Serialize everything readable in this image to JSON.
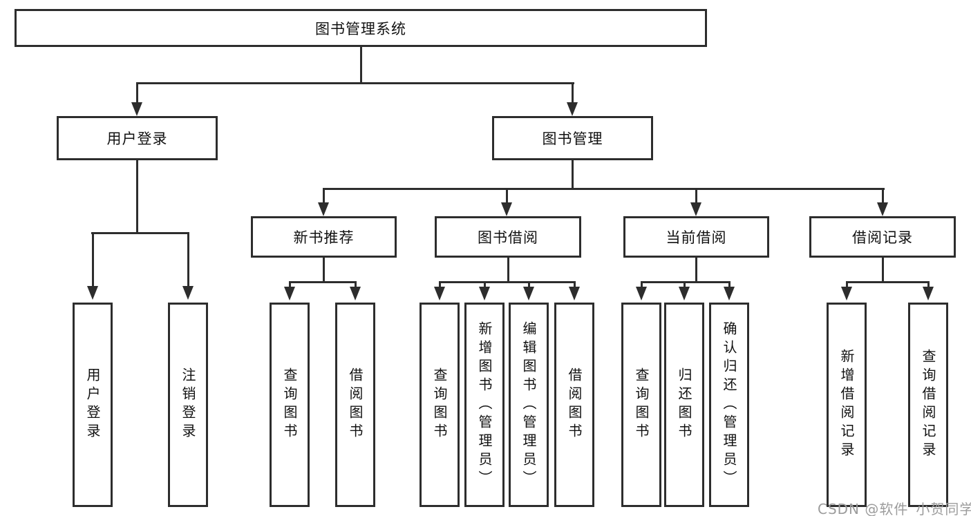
{
  "tree": {
    "root": "图书管理系统",
    "branches": [
      {
        "label": "用户登录",
        "leaves": [
          "用户登录",
          "注销登录"
        ]
      },
      {
        "label": "图书管理",
        "groups": [
          {
            "label": "新书推荐",
            "leaves": [
              "查询图书",
              "借阅图书"
            ]
          },
          {
            "label": "图书借阅",
            "leaves": [
              "查询图书",
              "新增图书（管理员）",
              "编辑图书（管理员）",
              "借阅图书"
            ]
          },
          {
            "label": "当前借阅",
            "leaves": [
              "查询图书",
              "归还图书",
              "确认归还（管理员）"
            ]
          },
          {
            "label": "借阅记录",
            "leaves": [
              "新增借阅记录",
              "查询借阅记录"
            ]
          }
        ]
      }
    ]
  },
  "watermark": "CSDN @软件_小贺同学",
  "colors": {
    "line": "#2d2d2d",
    "text": "#111111",
    "watermark": "#9c9c9c",
    "background": "#ffffff"
  }
}
